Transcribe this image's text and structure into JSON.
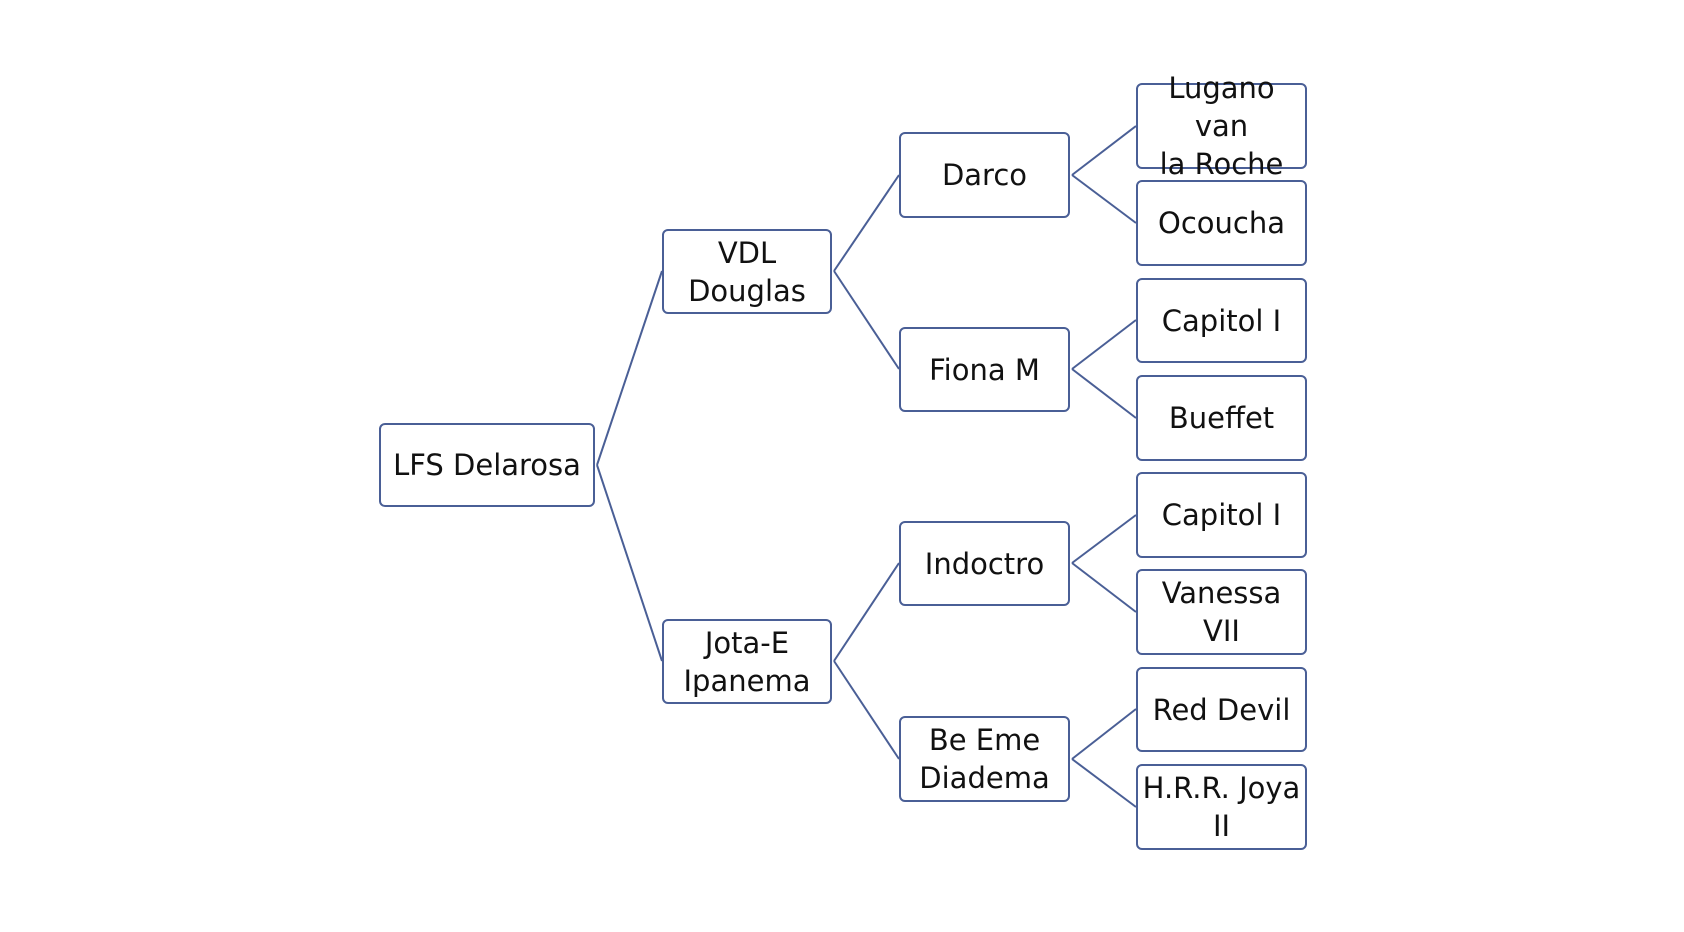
{
  "pedigree": {
    "root": "LFS Delarosa",
    "sire": "VDL\nDouglas",
    "dam": "Jota-E\nIpanema",
    "sire_sire": "Darco",
    "sire_dam": "Fiona M",
    "dam_sire": "Indoctro",
    "dam_dam": "Be Eme\nDiadema",
    "sire_sire_sire": "Lugano van\nla Roche",
    "sire_sire_dam": "Ocoucha",
    "sire_dam_sire": "Capitol I",
    "sire_dam_dam": "Bueffet",
    "dam_sire_sire": "Capitol I",
    "dam_sire_dam": "Vanessa VII",
    "dam_dam_sire": "Red Devil",
    "dam_dam_dam": "H.R.R. Joya\nII"
  },
  "colors": {
    "box_border": "#4a5f96",
    "connector": "#4a5f96",
    "text": "#111111",
    "background": "#ffffff"
  }
}
